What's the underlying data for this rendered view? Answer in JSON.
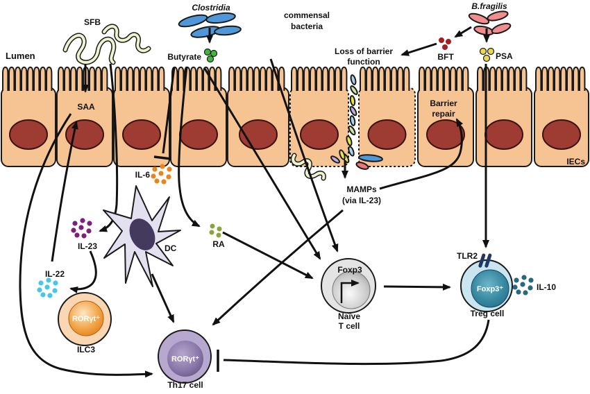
{
  "figure": {
    "labels": {
      "lumen": "Lumen",
      "sfb": "SFB",
      "saa": "SAA",
      "clostridia": "Clostridia",
      "butyrate": "Butyrate",
      "commensal_line1": "commensal",
      "commensal_line2": "bacteria",
      "loss_line1": "Loss of barrier",
      "loss_line2": "function",
      "bfragilis": "B.fragilis",
      "bft": "BFT",
      "psa": "PSA",
      "barrier_line1": "Barrier",
      "barrier_line2": "repair",
      "iecs": "IECs",
      "il6": "IL-6",
      "dc": "DC",
      "il23": "IL-23",
      "il22": "IL-22",
      "ra": "RA",
      "mamps_line1": "MAMPs",
      "mamps_line2": "(via IL-23)",
      "tlr2": "TLR2",
      "il10": "IL-10",
      "ilc3_marker": "RORγt⁺",
      "ilc3_name": "ILC3",
      "th17_marker": "RORγt⁺",
      "th17_name": "Th17 cell",
      "naive_marker": "Foxp3",
      "naive_line1": "Naïve",
      "naive_line2": "T cell",
      "treg_marker": "Foxp3⁺",
      "treg_name": "Treg cell"
    },
    "colors": {
      "outline": "#1a1a1a",
      "epithelium": "#f6c493",
      "nucleus": "#9e3c34",
      "worm_fill": "#edf2cf",
      "clostridia_blue": "#4f97d8",
      "bfragilis_pink": "#f08e8e",
      "butyrate_green": "#3db83a",
      "psa_yellow": "#ead94b",
      "bft_red": "#a61f1f",
      "il6_orange": "#e8861c",
      "il23_purple": "#7e1f7e",
      "il22_cyan": "#45c8e8",
      "ra_olive": "#8aa43c",
      "il10_teal": "#26697e",
      "dc_fill": "#e3e0ef",
      "dc_nucleus": "#443a5e",
      "ilc3_outer": "#fad7b2",
      "ilc3_inner": "#e17c12",
      "th17_outer": "#b7a8d0",
      "th17_inner": "#5a4c7c",
      "naive_outer": "#e4e4e4",
      "naive_inner": "#8a8a8a",
      "treg_outer": "#c9e6f0",
      "treg_inner": "#1e6480",
      "tlr2_navy": "#1f3864",
      "rod_blue": "#4f97d8",
      "rod_red": "#ef7576",
      "rod_lightblue": "#aed6ea",
      "rod_lightgreen": "#cde4a8",
      "rod_yellow": "#e8e44e",
      "rod_lavender": "#c3aede"
    }
  }
}
